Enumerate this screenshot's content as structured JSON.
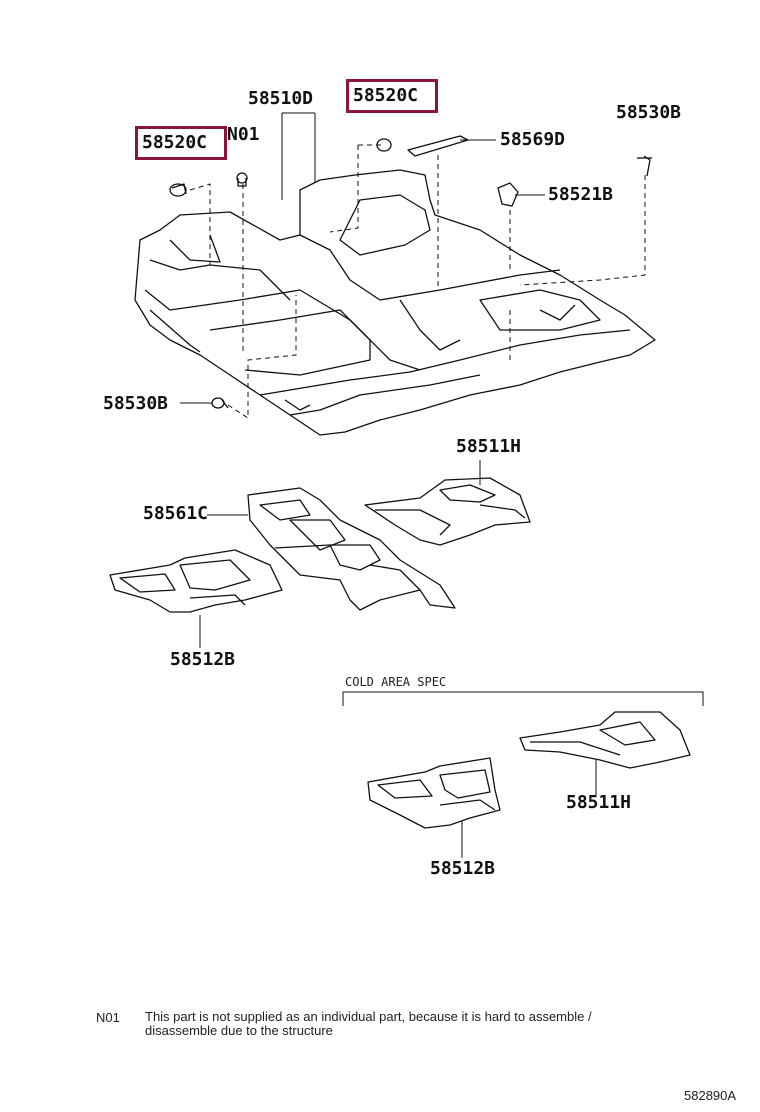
{
  "diagram_id": "582890A",
  "section_label": "COLD AREA SPEC",
  "note": {
    "code": "N01",
    "text_line1": "This part is not supplied as an individual part, because it is hard to assemble /",
    "text_line2": "disassemble due to the structure"
  },
  "highlight_color": "#8a1538",
  "callouts": {
    "p58510D": "58510D",
    "p58520C_left": "58520C",
    "p58520C_top": "58520C",
    "n01": "N01",
    "p58569D": "58569D",
    "p58530B_right": "58530B",
    "p58521B": "58521B",
    "p58530B_left": "58530B",
    "p58511H": "58511H",
    "p58561C": "58561C",
    "p58512B": "58512B",
    "p58511H_cold": "58511H",
    "p58512B_cold": "58512B"
  }
}
